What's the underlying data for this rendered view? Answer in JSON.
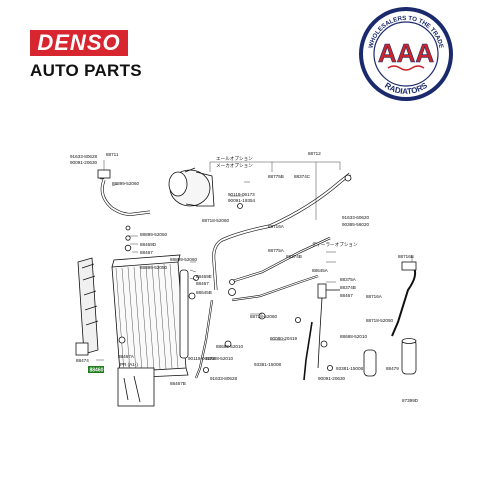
{
  "brand": {
    "denso_word": "DENSO",
    "denso_sub": "AUTO PARTS",
    "aaa_word": "AAA",
    "aaa_ring_top": "WHOLESALERS TO THE TRADE",
    "aaa_ring_bottom": "RADIATORS",
    "denso_red": "#d7262f",
    "aaa_red": "#c8262c",
    "aaa_navy": "#1a2a6c"
  },
  "diagram": {
    "figure_code": "87399D",
    "callouts": [
      {
        "id": "c-88711",
        "text": "88711"
      },
      {
        "id": "c-91633-80628-a",
        "text": "91633-80628"
      },
      {
        "id": "c-90091-20630-a",
        "text": "90091-20630"
      },
      {
        "id": "c-88899-52060",
        "text": "88899-52060"
      },
      {
        "id": "c-88712",
        "text": "88712"
      },
      {
        "id": "c-note-jp1",
        "text": "エールオプション"
      },
      {
        "id": "c-note-jp2",
        "text": "メーカオプション"
      },
      {
        "id": "c-88775b",
        "text": "88775B"
      },
      {
        "id": "c-88374c",
        "text": "88374C"
      },
      {
        "id": "c-90119-06173",
        "text": "90119-06173"
      },
      {
        "id": "c-90091-19354",
        "text": "90091-19354"
      },
      {
        "id": "c-88718-52060",
        "text": "88718-52060"
      },
      {
        "id": "c-91633-60620",
        "text": "91633-60620"
      },
      {
        "id": "c-90385-56020",
        "text": "90385-56020"
      },
      {
        "id": "c-88899-52050",
        "text": "88899-52050"
      },
      {
        "id": "c-88469d",
        "text": "88469D"
      },
      {
        "id": "c-88467a",
        "text": "88467"
      },
      {
        "id": "c-88716a",
        "text": "88716A"
      },
      {
        "id": "c-88775a",
        "text": "88775A"
      },
      {
        "id": "c-88374b",
        "text": "88374B"
      },
      {
        "id": "c-dealer-jp",
        "text": "ディーラーオプション"
      },
      {
        "id": "c-88899-52060b",
        "text": "88899-52060"
      },
      {
        "id": "c-88469e",
        "text": "88469E"
      },
      {
        "id": "c-88467b",
        "text": "88467"
      },
      {
        "id": "c-88899-52050b",
        "text": "88899-52050"
      },
      {
        "id": "c-88645b",
        "text": "88645B"
      },
      {
        "id": "c-88645a",
        "text": "88645A"
      },
      {
        "id": "c-88375a",
        "text": "88375A"
      },
      {
        "id": "c-88374b2",
        "text": "88374B"
      },
      {
        "id": "c-88467c",
        "text": "88467"
      },
      {
        "id": "c-88716a2",
        "text": "88716A"
      },
      {
        "id": "c-88716b",
        "text": "88716B"
      },
      {
        "id": "c-88718-52060b",
        "text": "88718-52060"
      },
      {
        "id": "c-88718-52050",
        "text": "88718-52050"
      },
      {
        "id": "c-90080-20419",
        "text": "90080-20419"
      },
      {
        "id": "c-88688-52010a",
        "text": "88688-52010"
      },
      {
        "id": "c-88688-52010b",
        "text": "88688-52010"
      },
      {
        "id": "c-90119-06173b",
        "text": "90119-06173"
      },
      {
        "id": "c-88688-52010c",
        "text": "88688-52010"
      },
      {
        "id": "c-93381-15008",
        "text": "93381-15008"
      },
      {
        "id": "c-93381-15008b",
        "text": "93381-15008"
      },
      {
        "id": "c-90091-20630b",
        "text": "90091-20630"
      },
      {
        "id": "c-91633-80628b",
        "text": "91633-80628"
      },
      {
        "id": "c-88474",
        "text": "88474"
      },
      {
        "id": "c-88460",
        "text": "88460"
      },
      {
        "id": "c-88467a2",
        "text": "88467A"
      },
      {
        "id": "c-88467b2",
        "text": "88467B"
      },
      {
        "id": "c-88479",
        "text": "88479"
      },
      {
        "id": "c-pr",
        "text": "PR (A1-)"
      }
    ]
  }
}
